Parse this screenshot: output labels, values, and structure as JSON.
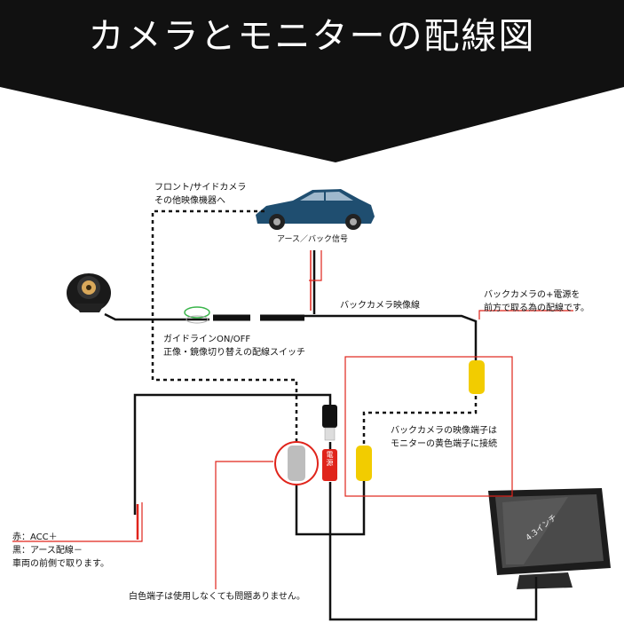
{
  "header": {
    "title": "カメラとモニターの配線図",
    "background": "#111111"
  },
  "labels": {
    "front_camera": [
      "フロント/サイドカメラ",
      "その他映像機器へ"
    ],
    "car_signal": "アース／バック信号",
    "back_video_line": "バックカメラ映像線",
    "power_note": [
      "バックカメラの+電源を",
      "前方で取る為の配線です。"
    ],
    "guide_switch": [
      "ガイドラインON/OFF",
      "正像・鏡像切り替えの配線スイッチ"
    ],
    "yellow_note": [
      "バックカメラの映像端子は",
      "モニターの黄色端子に接続"
    ],
    "acc_note": [
      "赤：ACC＋",
      "黒：アース配線－",
      "車両の前側で取ります。"
    ],
    "white_note": "白色端子は使用しなくても問題ありません。",
    "power_plug": "電源",
    "monitor_size": "4.3インチ"
  },
  "colors": {
    "wire": "#111111",
    "red": "#e0241b",
    "yellow": "#f2cc00",
    "white_plug": "#bdbdbd",
    "car_body": "#1f4e70",
    "green": "#39b54a"
  },
  "icons": {
    "camera": "rear-camera-icon",
    "car": "sedan-car-icon",
    "monitor": "lcd-monitor-icon"
  }
}
